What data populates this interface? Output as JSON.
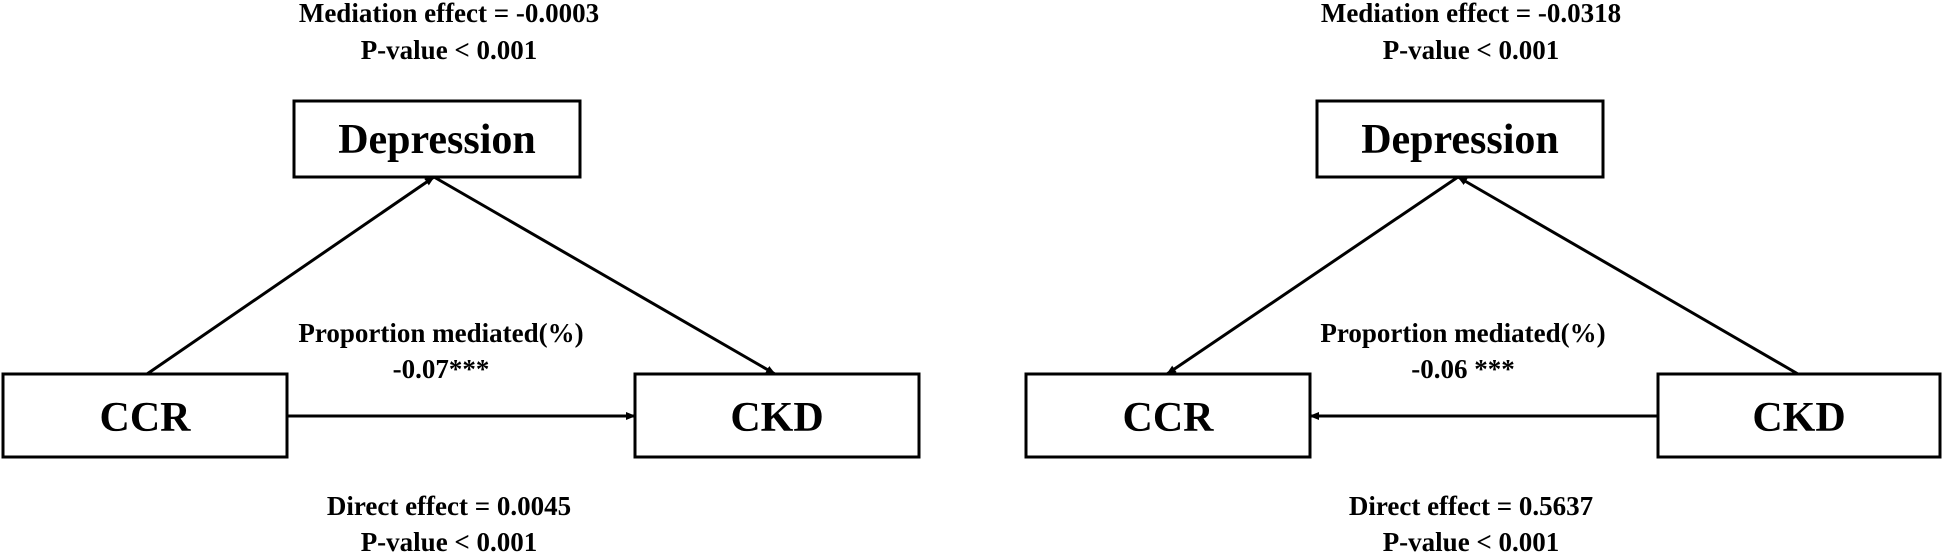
{
  "panels": [
    {
      "nodes": {
        "mediator": "Depression",
        "left": "CCR",
        "right": "CKD"
      },
      "mediation": {
        "effect": "Mediation effect = -0.0003",
        "pvalue": "P-value < 0.001"
      },
      "proportion": {
        "label": "Proportion mediated(%)",
        "value": "-0.07***"
      },
      "direct": {
        "effect": "Direct effect = 0.0045",
        "pvalue": "P-value < 0.001"
      },
      "direction": "CCR → CKD"
    },
    {
      "nodes": {
        "mediator": "Depression",
        "left": "CCR",
        "right": "CKD"
      },
      "mediation": {
        "effect": "Mediation effect = -0.0318",
        "pvalue": "P-value < 0.001"
      },
      "proportion": {
        "label": "Proportion mediated(%)",
        "value": "-0.06 ***"
      },
      "direct": {
        "effect": "Direct effect = 0.5637",
        "pvalue": "P-value < 0.001"
      },
      "direction": "CKD → CCR"
    }
  ]
}
